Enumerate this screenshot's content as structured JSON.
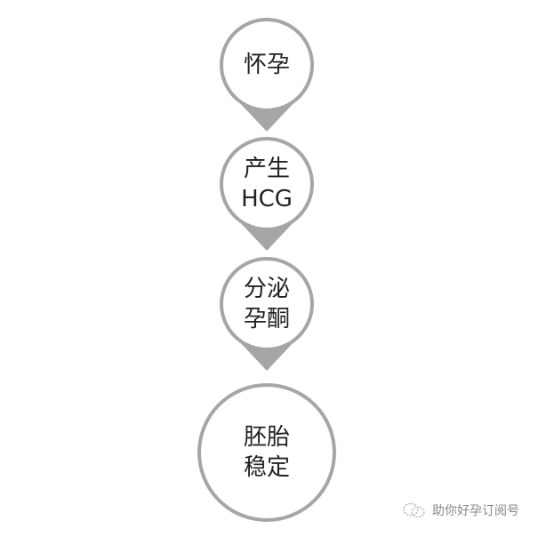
{
  "diagram": {
    "nodes": [
      {
        "id": "pregnancy",
        "lines": [
          "怀孕"
        ]
      },
      {
        "id": "hcg",
        "lines": [
          "产生",
          "HCG"
        ]
      },
      {
        "id": "progesterone",
        "lines": [
          "分泌",
          "孕酮"
        ]
      },
      {
        "id": "embryo",
        "lines": [
          "胚胎",
          "稳定"
        ]
      }
    ],
    "edges": [
      {
        "from": "pregnancy",
        "to": "hcg"
      },
      {
        "from": "hcg",
        "to": "progesterone"
      },
      {
        "from": "progesterone",
        "to": "embryo"
      }
    ],
    "colors": {
      "stroke": "#a6a6a6",
      "fill": "#ffffff",
      "text": "#222222"
    }
  },
  "footer": {
    "icon": "wechat-icon",
    "text": "助你好孕订阅号"
  }
}
